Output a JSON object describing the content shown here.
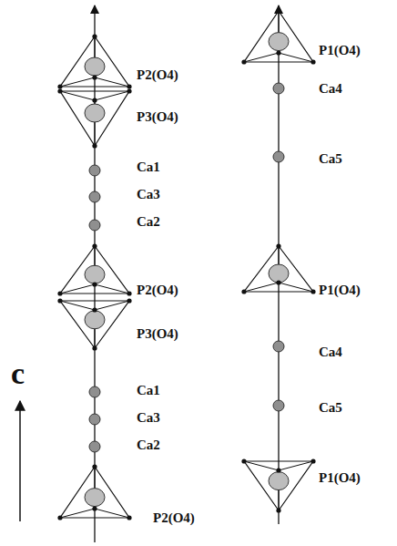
{
  "diagram": {
    "labels": [
      "P2(O4)",
      "P3(O4)",
      "Ca1",
      "Ca3",
      "Ca2",
      "P2(O4)",
      "P3(O4)",
      "Ca1",
      "Ca3",
      "Ca2",
      "P2(O4)",
      "P1(O4)",
      "Ca4",
      "Ca5",
      "P1(O4)",
      "Ca4",
      "Ca5",
      "P1(O4)",
      "c"
    ]
  }
}
